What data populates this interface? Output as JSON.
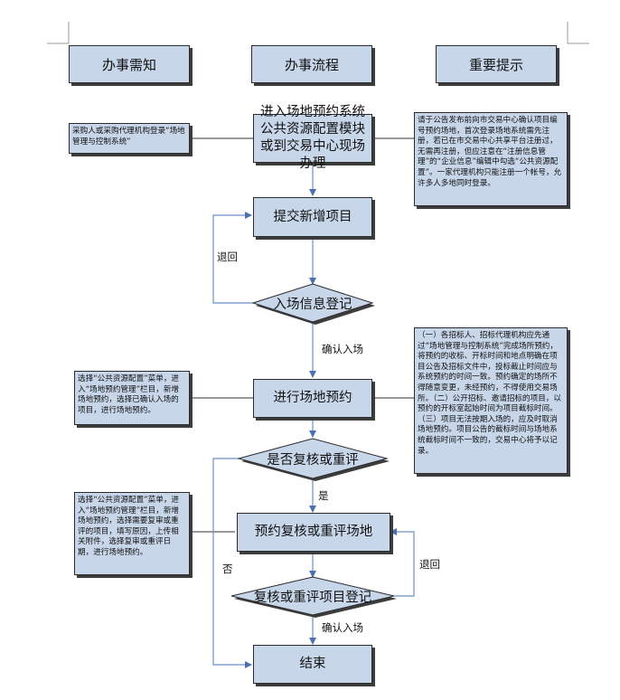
{
  "headers": {
    "col1": "办事需知",
    "col2": "办事流程",
    "col3": "重要提示"
  },
  "steps": {
    "s1": "进入场地预约系统公共资源配置模块或到交易中心现场办理",
    "s2": "提交新增项目",
    "s3": "入场信息登记",
    "s4": "进行场地预约",
    "s5": "是否复核或重评",
    "s6": "预约复核或重评场地",
    "s7": "复核或重评项目登记",
    "s8": "结束"
  },
  "notes": {
    "n1": "采购人或采购代理机构登录“场地管理与控制系统”",
    "n2": "请于公告发布前向市交易中心确认项目编号预约场地，首次登录场地系统需先注册，若已在市交易中心共享平台注册过，无需再注册，但应注意在“注册信息管理”的“企业信息”编辑中勾选“公共资源配置”。一家代理机构只能注册一个帐号，允许多人多地同时登录。",
    "n3": "选择“公共资源配置”菜单，进入“场地预约管理”栏目，新增场地预约，选择已确认入场的项目，进行场地预约。",
    "n4": "（一）各招标人、招标代理机构应先通过“场地管理与控制系统”完成场所预约，将预约的收标、开标时间和地点明确在项目公告及招标文件中，投标截止时间应与系统预约的时间一致。预约确定的场所不得随意变更，未经预约，不得使用交易场所。（二）公开招标、邀请招标的项目，以预约的开标室起始时间为项目截标时间。（三）项目无法按期入场的，应及时取消场地预约。项目公告的截标时间与场地系统截标时间不一致的，交易中心将予以记录。",
    "n5": "选择“公共资源配置”菜单，进入“场地预约管理”栏目，新增场地预约，选择需要复审或重评的项目，填写原因，上传相关附件，选择复审或重评日期，进行场地预约。"
  },
  "edge_labels": {
    "return1": "退回",
    "confirm1": "确认入场",
    "yes": "是",
    "no": "否",
    "return2": "退回",
    "confirm2": "确认入场"
  },
  "colors": {
    "box_fill": "#c8d6ea",
    "box_border": "#2b2b2b",
    "arrow": "#6b8fc7",
    "connector": "#333333"
  }
}
